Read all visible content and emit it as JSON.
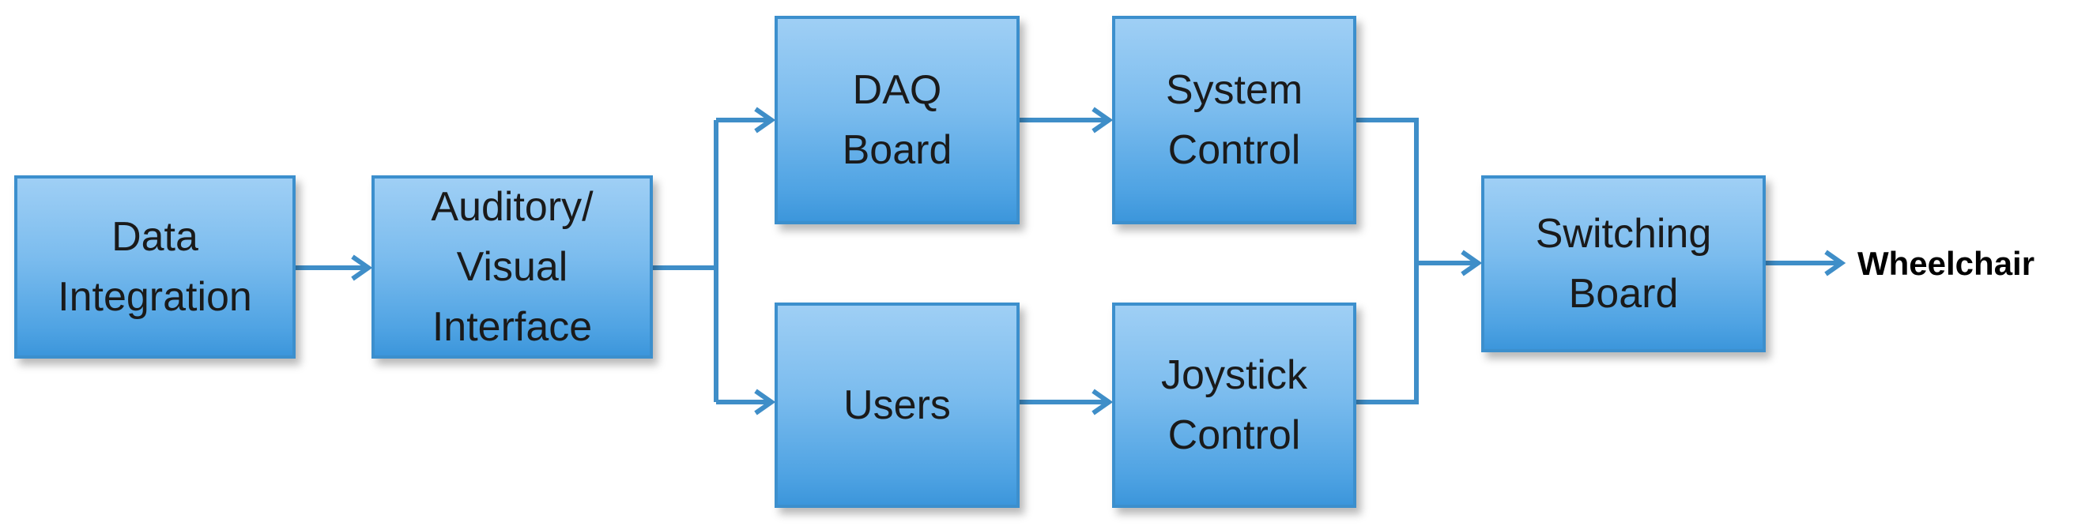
{
  "diagram": {
    "blocks": [
      {
        "id": "data-integration",
        "label": "Data\nIntegration"
      },
      {
        "id": "auditory-visual",
        "label": "Auditory/\nVisual\nInterface"
      },
      {
        "id": "daq-board",
        "label": "DAQ\nBoard"
      },
      {
        "id": "users",
        "label": "Users"
      },
      {
        "id": "system-control",
        "label": "System\nControl"
      },
      {
        "id": "joystick-control",
        "label": "Joystick\nControl"
      },
      {
        "id": "switching-board",
        "label": "Switching\nBoard"
      }
    ],
    "output_label": "Wheelchair",
    "edges": [
      [
        "data-integration",
        "auditory-visual"
      ],
      [
        "auditory-visual",
        "daq-board"
      ],
      [
        "auditory-visual",
        "users"
      ],
      [
        "daq-board",
        "system-control"
      ],
      [
        "users",
        "joystick-control"
      ],
      [
        "system-control",
        "switching-board"
      ],
      [
        "joystick-control",
        "switching-board"
      ],
      [
        "switching-board",
        "Wheelchair"
      ]
    ],
    "colors": {
      "box_fill_top": "#9fcff5",
      "box_fill_bottom": "#3c96db",
      "box_border": "#3c8fcd",
      "connector": "#3f8ec8"
    }
  }
}
